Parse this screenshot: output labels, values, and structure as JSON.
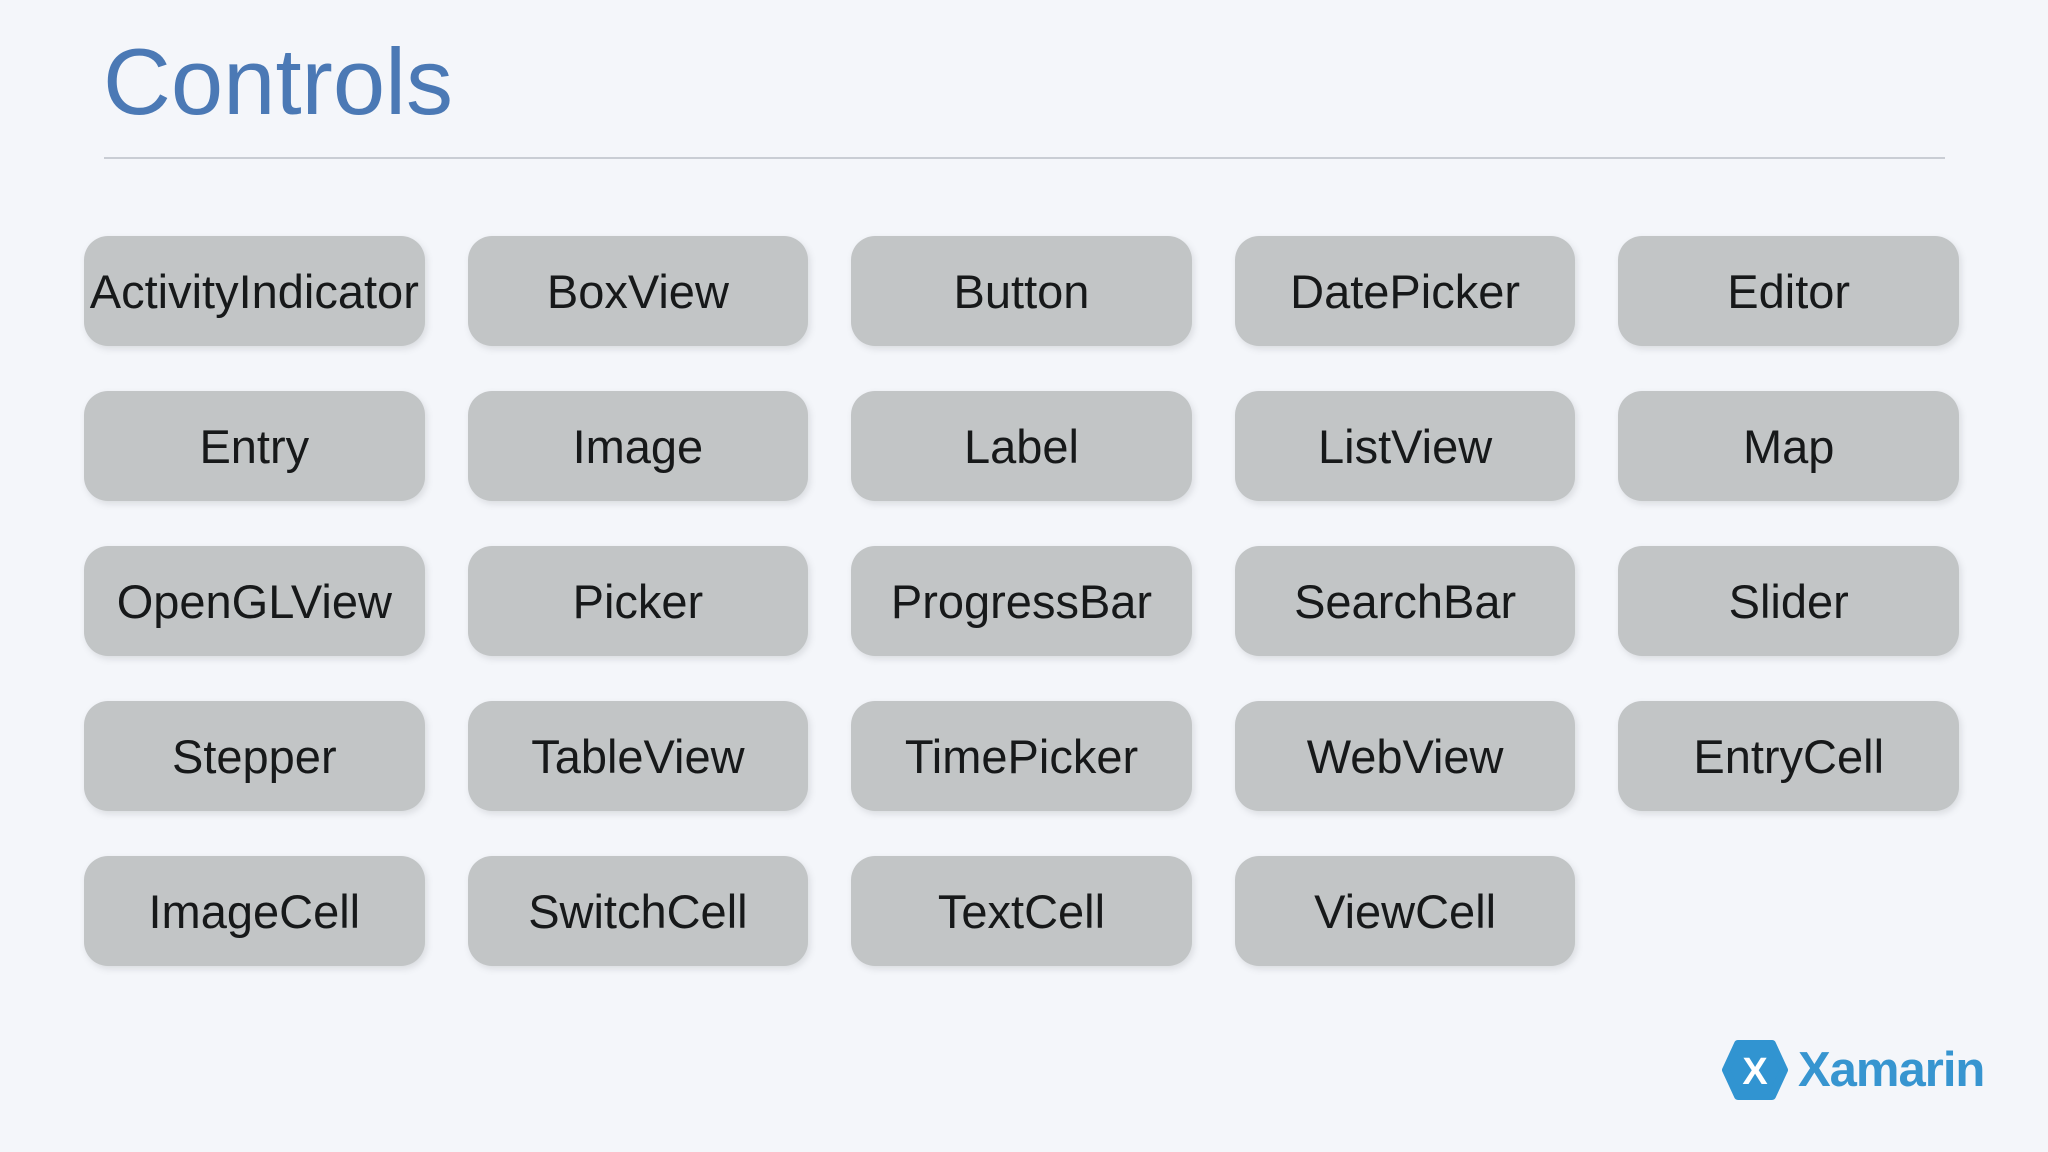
{
  "slide": {
    "background": "#f4f6fa"
  },
  "header": {
    "title": "Controls",
    "title_color": "#4b79b5",
    "divider_color": "#c9cdd4"
  },
  "controls_grid": {
    "button_bg": "#c2c5c6",
    "button_text_color": "#17191a",
    "items": [
      "ActivityIndicator",
      "BoxView",
      "Button",
      "DatePicker",
      "Editor",
      "Entry",
      "Image",
      "Label",
      "ListView",
      "Map",
      "OpenGLView",
      "Picker",
      "ProgressBar",
      "SearchBar",
      "Slider",
      "Stepper",
      "TableView",
      "TimePicker",
      "WebView",
      "EntryCell",
      "ImageCell",
      "SwitchCell",
      "TextCell",
      "ViewCell"
    ]
  },
  "footer": {
    "brand": "Xamarin",
    "brand_color": "#3795d0",
    "logo": {
      "letter": "X",
      "hexagon_color": "#3194d1",
      "letter_color": "#ffffff"
    }
  }
}
